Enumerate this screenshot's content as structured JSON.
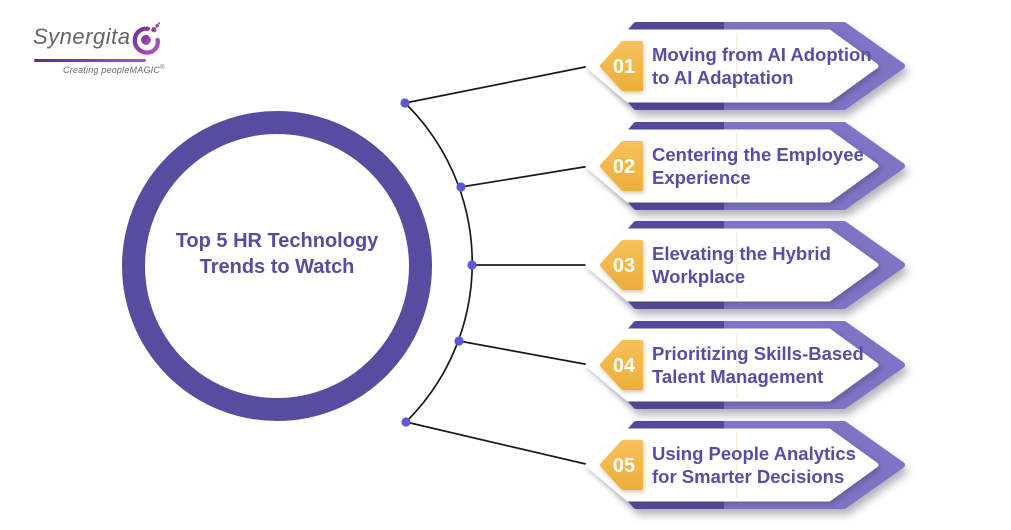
{
  "logo": {
    "brand": "Synergita",
    "tagline": "Creating peopleMAGIC",
    "registered_mark": "®"
  },
  "center_circle": {
    "title_lines": [
      "Top 5 HR Technology",
      "Trends to Watch"
    ]
  },
  "items": [
    {
      "number": "01",
      "title_lines": [
        "Moving from AI Adoption",
        "to AI Adaptation"
      ]
    },
    {
      "number": "02",
      "title_lines": [
        "Centering the Employee",
        "Experience"
      ]
    },
    {
      "number": "03",
      "title_lines": [
        "Elevating the Hybrid",
        "Workplace"
      ]
    },
    {
      "number": "04",
      "title_lines": [
        "Prioritizing Skills-Based",
        "Talent Management"
      ]
    },
    {
      "number": "05",
      "title_lines": [
        "Using People Analytics",
        "for Smarter Decisions"
      ]
    }
  ],
  "colors": {
    "ring_purple": "#584CA0",
    "item_purple_dark": "#54489B",
    "item_purple_light": "#7E73C5",
    "badge_yellow_top": "#F6C05A",
    "badge_yellow_bottom": "#EDAF3C",
    "text_purple": "#584DA6",
    "connector_line": "#1A1A1A",
    "connector_dot": "#5B57D8",
    "logo_gray": "#64656A",
    "logo_purple": "#9333BE"
  }
}
